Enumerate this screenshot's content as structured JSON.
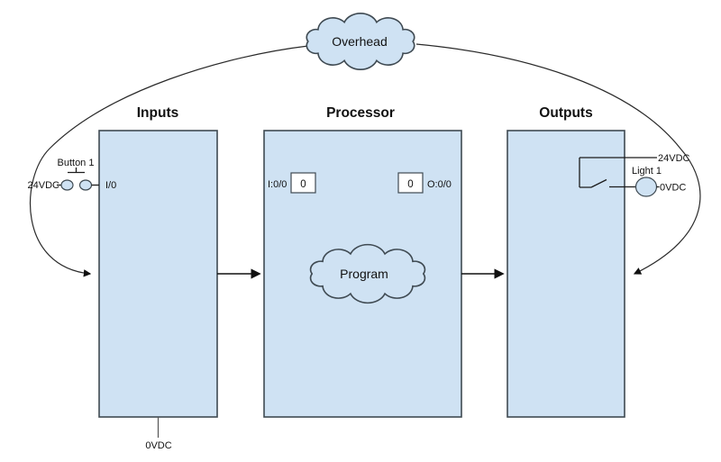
{
  "colors": {
    "shape_fill": "#cfe2f3",
    "register_fill": "#ffffff",
    "shape_stroke": "#3f4a52",
    "wire": "#1c1c1c"
  },
  "overhead": {
    "label": "Overhead"
  },
  "inputs": {
    "title": "Inputs",
    "button_label": "Button 1",
    "supply_label": "24VDC",
    "terminal_label": "I/0",
    "ground_label": "0VDC"
  },
  "processor": {
    "title": "Processor",
    "input_register_label": "I:0/0",
    "input_register_value": "0",
    "output_register_value": "0",
    "output_register_label": "O:0/0",
    "program_label": "Program"
  },
  "outputs": {
    "title": "Outputs",
    "supply_label": "24VDC",
    "light_label": "Light 1",
    "ground_label": "0VDC"
  }
}
